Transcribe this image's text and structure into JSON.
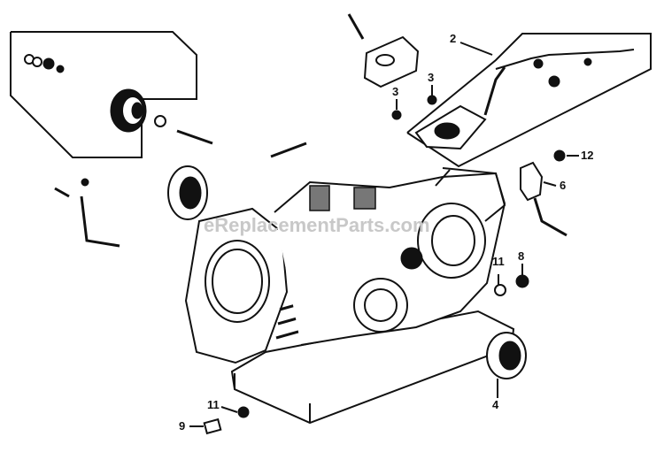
{
  "watermark": "eReplacementParts.com",
  "callouts": {
    "c2": "2",
    "c3a": "3",
    "c3b": "3",
    "c12": "12",
    "c6": "6",
    "c11a": "11",
    "c8": "8",
    "c4": "4",
    "c11b": "11",
    "c9": "9"
  }
}
